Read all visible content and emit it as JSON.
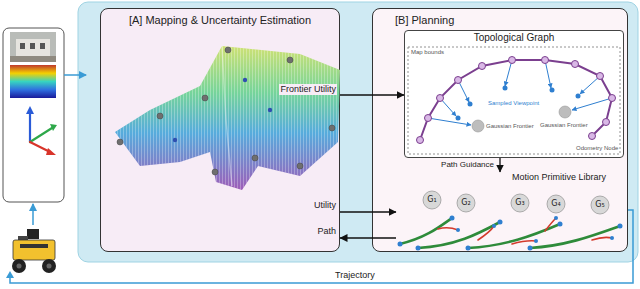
{
  "diagram": {
    "nodes": [
      {
        "text": [
          "[A] Mapping & Uncertainty Estimation"
        ]
      },
      {
        "text": [
          "[B] Planning"
        ]
      },
      {
        "text": [
          "Topological Graph"
        ],
        "in": 1
      },
      {
        "text": [
          "Motion Primitive Library"
        ],
        "in": 1
      }
    ],
    "edges": [
      {
        "from": 0,
        "to": 2,
        "label": "Frontier Utility",
        "arrow": "to"
      },
      {
        "from": 2,
        "to": 3,
        "label": "Path Guidance",
        "arrow": "to"
      },
      {
        "from": 0,
        "to": 3,
        "label": "Utility",
        "arrow": "to"
      },
      {
        "from": 3,
        "to": 0,
        "label": "Path",
        "arrow": "to"
      }
    ],
    "labels": [
      "Map bounds",
      "Sampled Viewpoint",
      "Gaussian Frontier",
      "Gaussian Frontier",
      "Odometry Node",
      "G₁",
      "G₂",
      "G₃",
      "G₄",
      "G₅",
      "Trajectory"
    ]
  }
}
